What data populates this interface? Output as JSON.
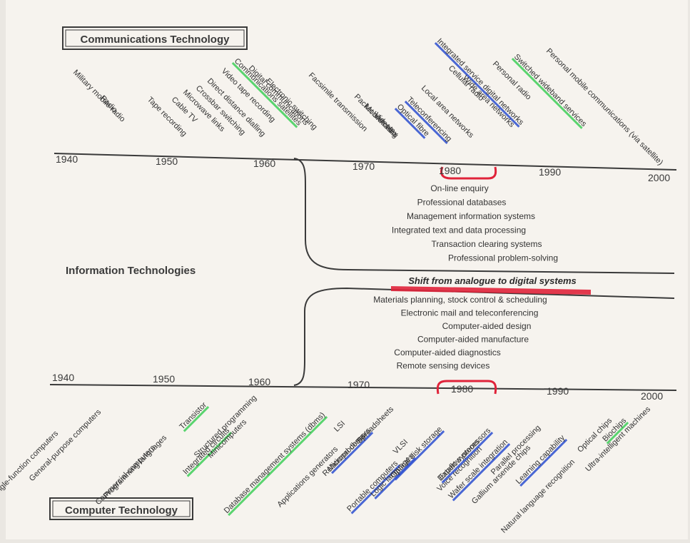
{
  "comm_title": "Communications Technology",
  "comp_title": "Computer Technology",
  "info_title": "Information Technologies",
  "shift_label": "Shift from analogue to digital systems",
  "colors": {
    "paper": "#f6f3ee",
    "ink": "#3a3a3a",
    "green": "#3fcf5a",
    "blue": "#2d4fd0",
    "red": "#e0233a"
  },
  "top_axis": {
    "years": [
      "1940",
      "1950",
      "1960",
      "1970",
      "1980",
      "1990",
      "2000"
    ],
    "labels": [
      {
        "text": "Military mobile radio",
        "mark": "none"
      },
      {
        "text": "Radio",
        "mark": "none"
      },
      {
        "text": "Tape recording",
        "mark": "none"
      },
      {
        "text": "Cable TV",
        "mark": "none"
      },
      {
        "text": "Microwave links",
        "mark": "none"
      },
      {
        "text": "Crossbar switching",
        "mark": "none"
      },
      {
        "text": "Direct distance dialling",
        "mark": "none"
      },
      {
        "text": "Video tape recording",
        "mark": "none"
      },
      {
        "text": "Communications satellites",
        "mark": "green"
      },
      {
        "text": "Digital communications",
        "mark": "none"
      },
      {
        "text": "Electronic switching",
        "mark": "none"
      },
      {
        "text": "Facsimile transmission",
        "mark": "none"
      },
      {
        "text": "Packet switching",
        "mark": "none"
      },
      {
        "text": "Mobile radio",
        "mark": "none"
      },
      {
        "text": "Videotex",
        "mark": "none"
      },
      {
        "text": "Optical fibre",
        "mark": "blue"
      },
      {
        "text": "Teleconferencing",
        "mark": "blue"
      },
      {
        "text": "Local area networks",
        "mark": "none"
      },
      {
        "text": "Integrated service digital networks",
        "mark": "blue"
      },
      {
        "text": "Cellular radio",
        "mark": "none"
      },
      {
        "text": "Wide area networks",
        "mark": "none"
      },
      {
        "text": "Personal radio",
        "mark": "none"
      },
      {
        "text": "Switched wideband services",
        "mark": "green"
      },
      {
        "text": "Personal mobile communications (via satellite)",
        "mark": "none"
      }
    ]
  },
  "mid_upper_items": [
    "On-line enquiry",
    "Professional databases",
    "Management information systems",
    "Integrated text and data processing",
    "Transaction clearing systems",
    "Professional problem-solving"
  ],
  "mid_lower_items": [
    "Materials planning, stock control & scheduling",
    "Electronic mail and teleconferencing",
    "Computer-aided design",
    "Computer-aided manufacture",
    "Computer-aided diagnostics",
    "Remote sensing devices"
  ],
  "bottom_axis": {
    "years": [
      "1940",
      "1950",
      "1960",
      "1970",
      "1980",
      "1990",
      "2000"
    ],
    "labels": [
      {
        "text": "Single-function computers",
        "mark": "none"
      },
      {
        "text": "General-purpose computers",
        "mark": "none"
      },
      {
        "text": "Commercial computers",
        "mark": "none"
      },
      {
        "text": "Programming languages",
        "mark": "none"
      },
      {
        "text": "Transistor",
        "mark": "green"
      },
      {
        "text": "Integrated circuits",
        "mark": "green"
      },
      {
        "text": "Minicomputers",
        "mark": "none"
      },
      {
        "text": "Structured programming",
        "mark": "none"
      },
      {
        "text": "Database management systems (dbms)",
        "mark": "green"
      },
      {
        "text": "Applications generators",
        "mark": "none"
      },
      {
        "text": "LSI",
        "mark": "none"
      },
      {
        "text": "Microprocessors",
        "mark": "blue"
      },
      {
        "text": "Relational dbms",
        "mark": "none"
      },
      {
        "text": "Spreadsheets",
        "mark": "none"
      },
      {
        "text": "VLSI",
        "mark": "none"
      },
      {
        "text": "Portable computers",
        "mark": "blue"
      },
      {
        "text": "Logic languages",
        "mark": "blue"
      },
      {
        "text": "Optical disk storage",
        "mark": "blue"
      },
      {
        "text": "Expert systems",
        "mark": "none"
      },
      {
        "text": "Voice recognition",
        "mark": "none"
      },
      {
        "text": "Dataflow processors",
        "mark": "blue"
      },
      {
        "text": "Wafer scale integration",
        "mark": "blue"
      },
      {
        "text": "Gallium arsenide chips",
        "mark": "none"
      },
      {
        "text": "Parallel processing",
        "mark": "none"
      },
      {
        "text": "Learning capability",
        "mark": "blue"
      },
      {
        "text": "Natural language recognition",
        "mark": "none"
      },
      {
        "text": "Optical chips",
        "mark": "none"
      },
      {
        "text": "Biochips",
        "mark": "green"
      },
      {
        "text": "Ultra-intelligent machines",
        "mark": "none"
      }
    ]
  }
}
